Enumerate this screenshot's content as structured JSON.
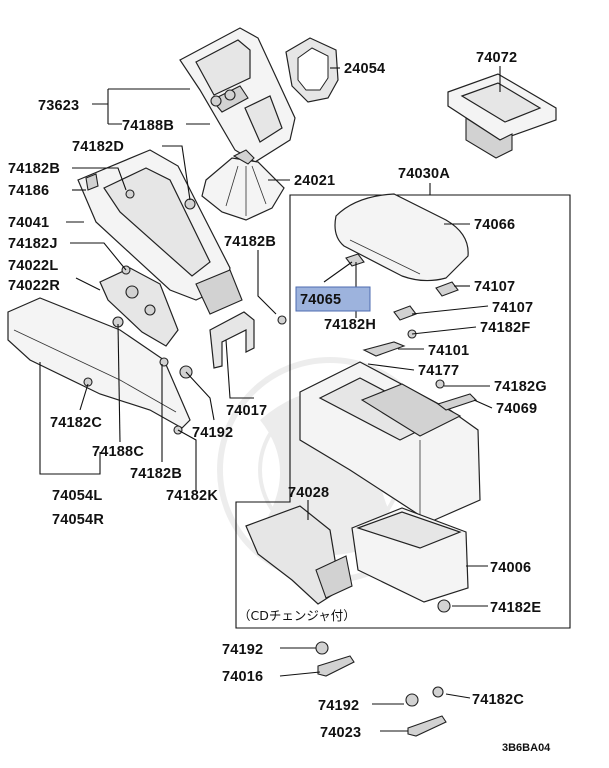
{
  "diagram": {
    "drawing_code": "3B6BA04",
    "cd_changer_note": "（CDチェンジャ付）",
    "labels": {
      "p73623": "73623",
      "p74188B": "74188B",
      "p24054": "24054",
      "p74072": "74072",
      "p74182D": "74182D",
      "p24021": "24021",
      "p74182B_a": "74182B",
      "p74186": "74186",
      "p74030A": "74030A",
      "p74041": "74041",
      "p74066": "74066",
      "p74182J": "74182J",
      "p74182B_b": "74182B",
      "p74022L": "74022L",
      "p74022R": "74022R",
      "p74107_a": "74107",
      "p74065": "74065",
      "p74107_b": "74107",
      "p74182H": "74182H",
      "p74182F": "74182F",
      "p74101": "74101",
      "p74177": "74177",
      "p74182G": "74182G",
      "p74069": "74069",
      "p74017": "74017",
      "p74182C_a": "74182C",
      "p74192_a": "74192",
      "p74188C": "74188C",
      "p74182B_c": "74182B",
      "p74182K": "74182K",
      "p74054L": "74054L",
      "p74054R": "74054R",
      "p74028": "74028",
      "p74006": "74006",
      "p74182E": "74182E",
      "p74192_b": "74192",
      "p74016": "74016",
      "p74192_c": "74192",
      "p74182C_b": "74182C",
      "p74023": "74023"
    },
    "highlight_color": "#9db3dd"
  }
}
